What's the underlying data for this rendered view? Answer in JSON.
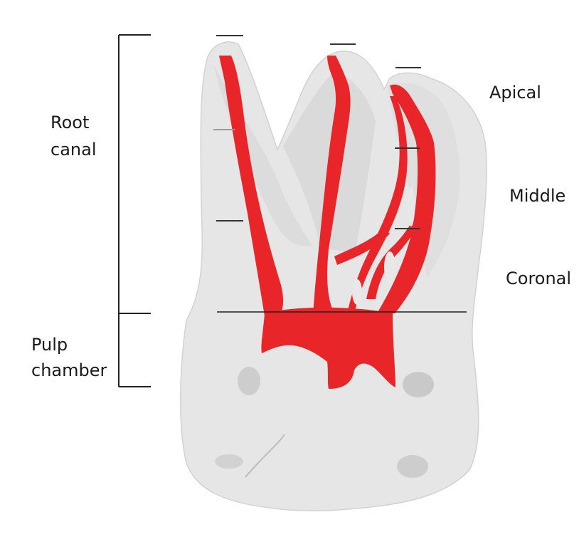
{
  "labels": {
    "root_canal_line1": "Root",
    "root_canal_line2": "canal",
    "pulp_chamber_line1": "Pulp",
    "pulp_chamber_line2": "chamber",
    "apical": "Apical",
    "middle": "Middle",
    "coronal": "Coronal"
  },
  "colors": {
    "tooth": "#e6e6e6",
    "tooth_shadow": "#cfcfcf",
    "pulp": "#e8262a",
    "line": "#222222"
  }
}
